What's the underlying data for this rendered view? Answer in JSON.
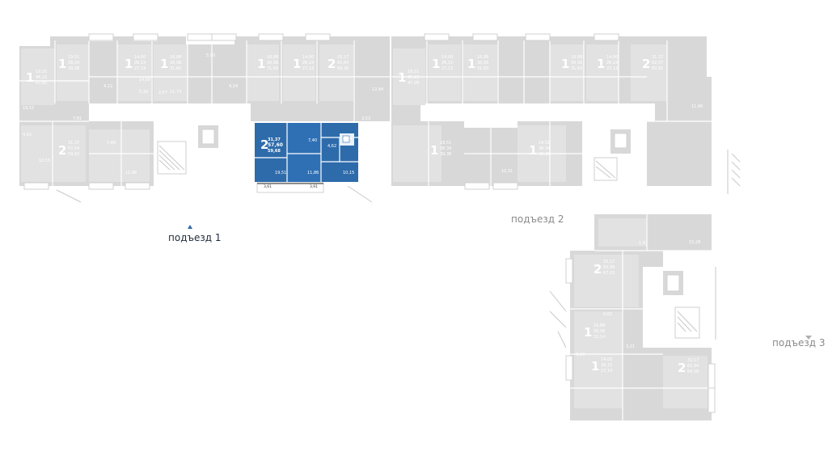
{
  "entrances": {
    "e1": "подъезд 1",
    "e2": "подъезд 2",
    "e3": "подъезд 3"
  },
  "selected_apartment": {
    "rooms": "2",
    "living_area": "31,37",
    "total_area": "57,60",
    "total_with_balcony": "59,68",
    "room_areas": [
      "7,40",
      "4,62",
      "19,51",
      "11,86",
      "10,15",
      "4,24",
      "3,61",
      "3,91"
    ]
  },
  "apartments": [
    {
      "rooms": "1",
      "areas": [
        "19,51",
        "46,21",
        "47,85"
      ]
    },
    {
      "rooms": "1",
      "areas": [
        "19,51",
        "38,34",
        "39,38"
      ]
    },
    {
      "rooms": "1",
      "areas": [
        "14,00",
        "26,15",
        "27,19"
      ]
    },
    {
      "rooms": "1",
      "areas": [
        "16,88",
        "30,56",
        "31,60"
      ]
    },
    {
      "rooms": "1",
      "areas": [
        "16,88",
        "30,56",
        "31,60"
      ]
    },
    {
      "rooms": "1",
      "areas": [
        "14,00",
        "26,15",
        "27,13"
      ]
    },
    {
      "rooms": "2",
      "areas": [
        "32,17",
        "65,64",
        "69,30"
      ]
    },
    {
      "rooms": "2",
      "areas": [
        "31,37",
        "57,54",
        "59,62"
      ]
    },
    {
      "rooms": "1",
      "areas": [
        "19,51",
        "45,63",
        "47,09"
      ]
    },
    {
      "rooms": "1",
      "areas": [
        "14,00",
        "26,15",
        "27,13"
      ]
    },
    {
      "rooms": "1",
      "areas": [
        "16,88",
        "30,56",
        "31,60"
      ]
    },
    {
      "rooms": "1",
      "areas": [
        "16,88",
        "30,56",
        "31,60"
      ]
    },
    {
      "rooms": "1",
      "areas": [
        "14,00",
        "26,15",
        "27,13"
      ]
    },
    {
      "rooms": "2",
      "areas": [
        "31,37",
        "62,57",
        "63,61"
      ]
    },
    {
      "rooms": "1",
      "areas": [
        "19,51",
        "38,34",
        "39,38"
      ]
    },
    {
      "rooms": "1",
      "areas": [
        "19,51",
        "38,34",
        "39,38"
      ]
    },
    {
      "rooms": "2",
      "areas": [
        "32,17",
        "65,99",
        "67,03"
      ]
    },
    {
      "rooms": "1",
      "areas": [
        "16,88",
        "30,56",
        "32,14"
      ]
    },
    {
      "rooms": "1",
      "areas": [
        "14,00",
        "26,15",
        "27,19"
      ]
    },
    {
      "rooms": "2",
      "areas": [
        "32,17",
        "62,94",
        "64,58"
      ]
    }
  ],
  "room_labels": {
    "r1": "19,51",
    "r2": "10,15",
    "r3": "4,62",
    "r4": "11,73",
    "r5": "5,30",
    "r6": "14,00",
    "r7": "2,57",
    "r8": "4,12",
    "r9": "5,00",
    "r10": "4,24",
    "r11": "15,57",
    "r12": "11,86",
    "r13": "7,40",
    "r14": "7,81",
    "r15": "10,31",
    "r16": "12,44",
    "r17": "3,53",
    "r18": "11,66",
    "r19": "15,28",
    "r20": "8,94",
    "r21": "6,62",
    "r22": "3,21",
    "r23": "4,20",
    "r24": "1,91"
  }
}
